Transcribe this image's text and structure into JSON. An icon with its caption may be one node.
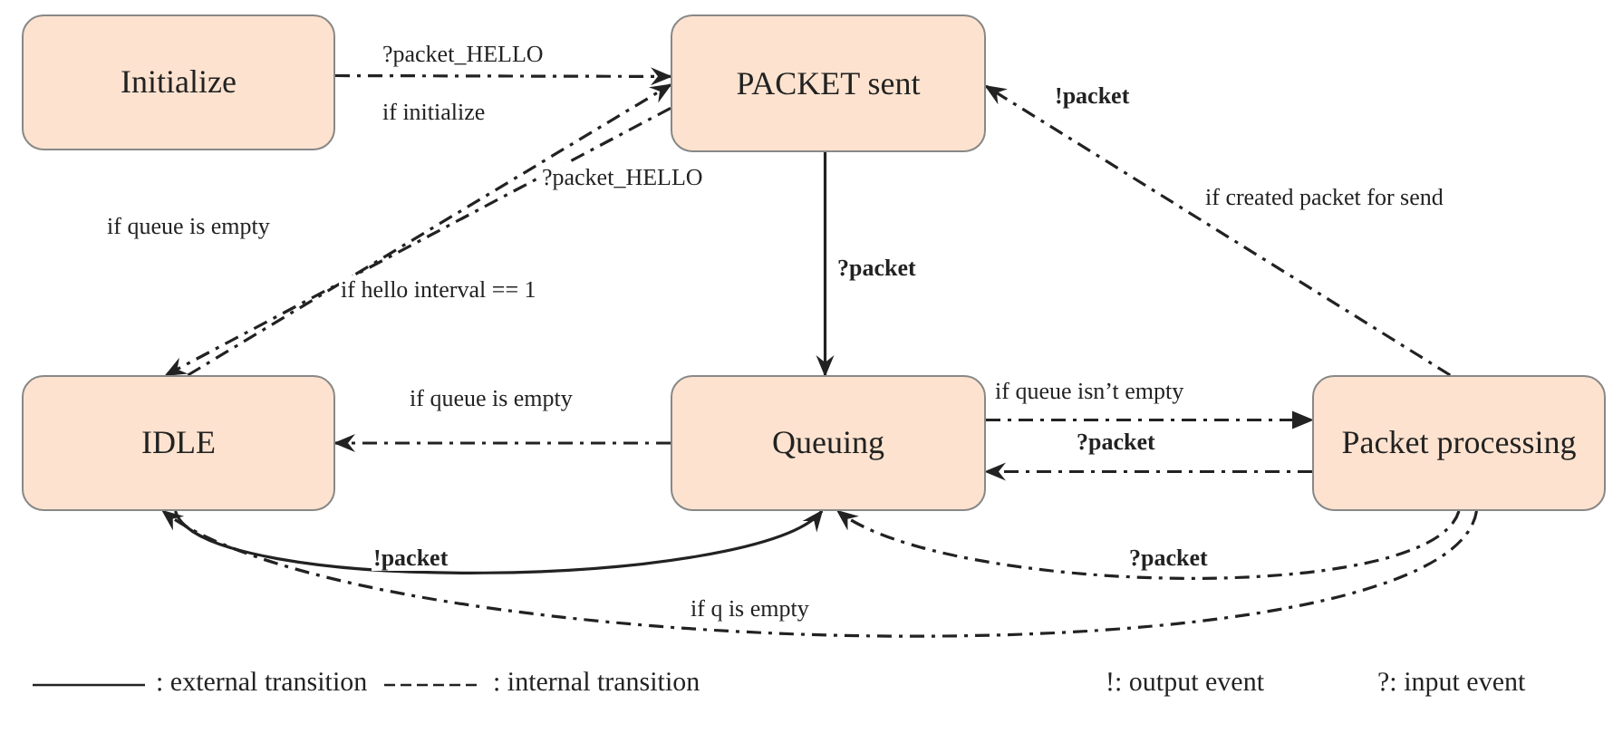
{
  "diagram": {
    "nodes": [
      {
        "text": [
          "Initialize"
        ]
      },
      {
        "text": [
          "PACKET sent"
        ]
      },
      {
        "text": [
          "IDLE"
        ]
      },
      {
        "text": [
          "Queuing"
        ]
      },
      {
        "text": [
          "Packet processing"
        ]
      }
    ],
    "edges": [
      {
        "from": 0,
        "to": 1,
        "arrow": "to",
        "style": "dashed",
        "label": "?packet_HELLO"
      },
      {
        "from": 1,
        "to": 2,
        "arrow": "to",
        "style": "dashed",
        "label": "if queue is empty"
      },
      {
        "from": 2,
        "to": 1,
        "arrow": "to",
        "style": "dashed",
        "label": "if hello interval  == 1"
      },
      {
        "from": 1,
        "to": 3,
        "arrow": "to",
        "label": "?packet"
      },
      {
        "from": 4,
        "to": 1,
        "arrow": "to",
        "style": "dashed",
        "label": "!packet"
      },
      {
        "from": 3,
        "to": 2,
        "arrow": "to",
        "style": "dashed",
        "label": "if queue is empty"
      },
      {
        "from": 3,
        "to": 4,
        "arrow": "to",
        "style": "dashed",
        "label": "if queue isn’t empty"
      },
      {
        "from": 4,
        "to": 3,
        "arrow": "to",
        "style": "dashed",
        "label": "?packet"
      },
      {
        "from": 2,
        "to": 3,
        "arrow": "to",
        "label": "!packet"
      },
      {
        "from": 4,
        "to": 3,
        "arrow": "to",
        "style": "dashed",
        "label": "?packet"
      },
      {
        "from": 4,
        "to": 2,
        "arrow": "to",
        "style": "dashed",
        "label": "if q is empty"
      }
    ],
    "labels": [
      "if initialize",
      "?packet_HELLO",
      "if created packet for send",
      "!: output event",
      "?: input event"
    ],
    "legend": [
      {
        "text": ": external transition"
      },
      {
        "text": ": internal transition"
      }
    ]
  }
}
